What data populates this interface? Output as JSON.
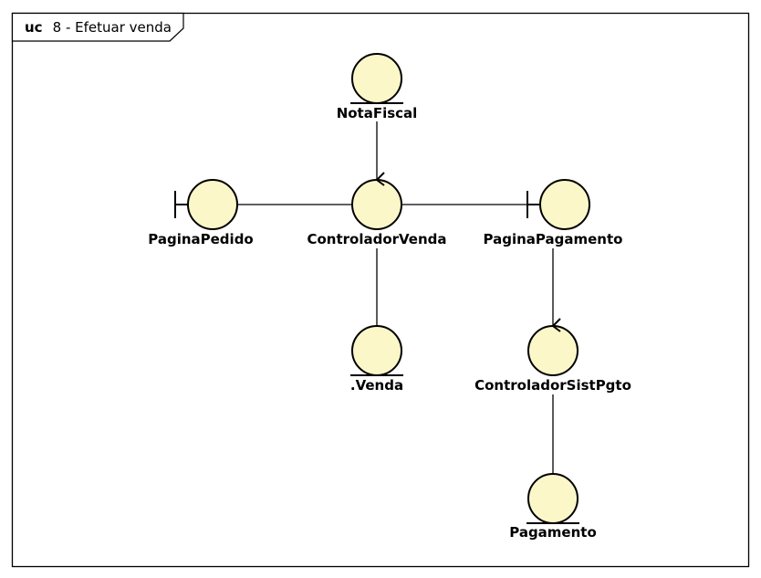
{
  "frame": {
    "keyword": "uc",
    "name": "8 - Efetuar venda"
  },
  "colors": {
    "object_fill": "#fbf7c8",
    "stroke": "#000000"
  },
  "objects": [
    {
      "id": "notafiscal",
      "label": "NotaFiscal",
      "stereotype": "entity"
    },
    {
      "id": "paginapedido",
      "label": "PaginaPedido",
      "stereotype": "boundary"
    },
    {
      "id": "controladorvenda",
      "label": "ControladorVenda",
      "stereotype": "control"
    },
    {
      "id": "paginapagamento",
      "label": "PaginaPagamento",
      "stereotype": "boundary"
    },
    {
      "id": "venda",
      "label": ".Venda",
      "stereotype": "entity"
    },
    {
      "id": "controladorsistpgto",
      "label": "ControladorSistPgto",
      "stereotype": "control"
    },
    {
      "id": "pagamento",
      "label": "Pagamento",
      "stereotype": "entity"
    }
  ],
  "links": [
    {
      "from": "notafiscal",
      "to": "controladorvenda"
    },
    {
      "from": "paginapedido",
      "to": "controladorvenda"
    },
    {
      "from": "controladorvenda",
      "to": "paginapagamento"
    },
    {
      "from": "controladorvenda",
      "to": "venda"
    },
    {
      "from": "paginapagamento",
      "to": "controladorsistpgto"
    },
    {
      "from": "controladorsistpgto",
      "to": "pagamento"
    }
  ]
}
